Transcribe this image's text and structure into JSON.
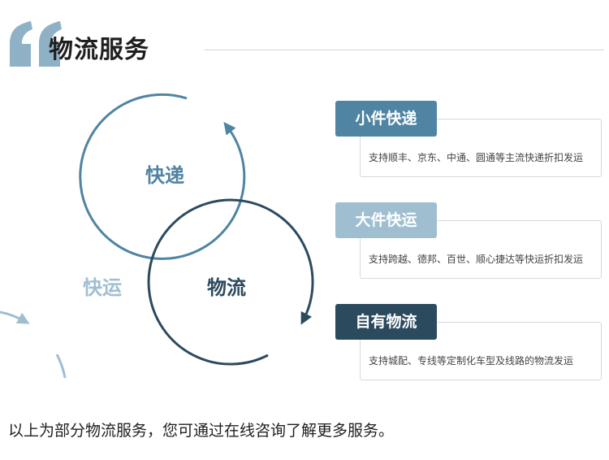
{
  "header": {
    "title": "物流服务"
  },
  "diagram": {
    "circles": [
      {
        "label": "快递",
        "color": "#4f84a3"
      },
      {
        "label": "快运",
        "color": "#9fbfd1"
      },
      {
        "label": "物流",
        "color": "#2c4a5e"
      }
    ]
  },
  "services": [
    {
      "name": "小件快递",
      "description": "支持顺丰、京东、中通、圆通等主流快递折扣发运",
      "color": "#4f84a3"
    },
    {
      "name": "大件快运",
      "description": "支持跨越、德邦、百世、顺心捷达等快运折扣发运",
      "color": "#9fbfd1"
    },
    {
      "name": "自有物流",
      "description": "支持城配、专线等定制化车型及线路的物流发运",
      "color": "#2c4a5e"
    }
  ],
  "footer": {
    "note": "以上为部分物流服务，您可通过在线咨询了解更多服务。"
  }
}
